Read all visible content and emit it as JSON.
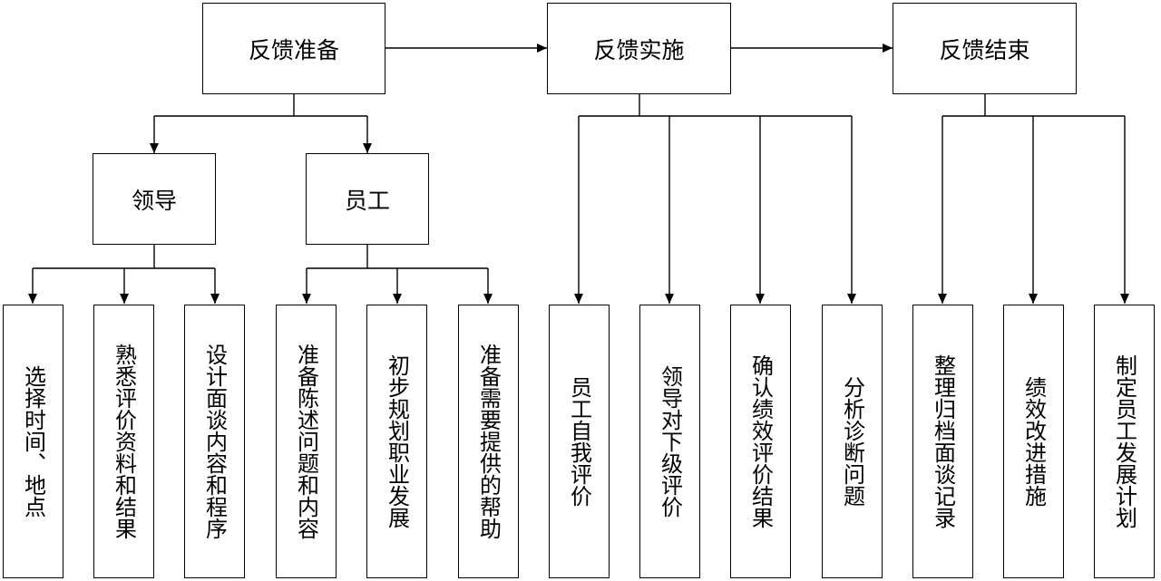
{
  "phases": [
    {
      "label": "反馈准备"
    },
    {
      "label": "反馈实施"
    },
    {
      "label": "反馈结束"
    }
  ],
  "prep_groups": [
    {
      "label": "领导"
    },
    {
      "label": "员工"
    }
  ],
  "leader_tasks": [
    {
      "label": "选择时间、地点"
    },
    {
      "label": "熟悉评价资料和结果"
    },
    {
      "label": "设计面谈内容和程序"
    }
  ],
  "employee_tasks": [
    {
      "label": "准备陈述问题和内容"
    },
    {
      "label": "初步规划职业发展"
    },
    {
      "label": "准备需要提供的帮助"
    }
  ],
  "implementation_steps": [
    {
      "label": "员工自我评价"
    },
    {
      "label": "领导对下级评价"
    },
    {
      "label": "确认绩效评价结果"
    },
    {
      "label": "分析诊断问题"
    }
  ],
  "closing_steps": [
    {
      "label": "整理归档面谈记录"
    },
    {
      "label": "绩效改进措施"
    },
    {
      "label": "制定员工发展计划"
    }
  ]
}
